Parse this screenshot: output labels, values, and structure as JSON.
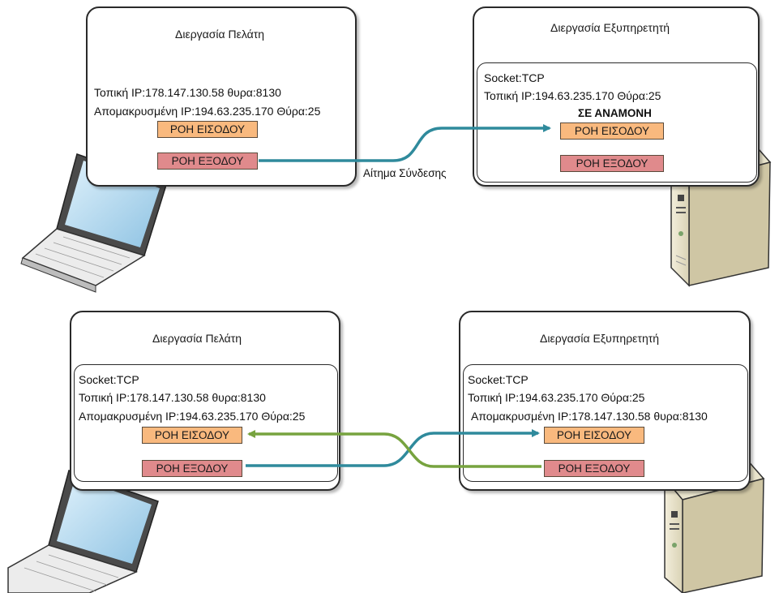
{
  "colors": {
    "input_stream": "#f9b97e",
    "output_stream": "#e08a8c",
    "teal_connection": "#2f8a9c",
    "green_connection": "#77a33f"
  },
  "top": {
    "client": {
      "title": "Διεργασία Πελάτη",
      "local": "Τοπική IP:178.147.130.58  θυρα:8130",
      "remote": "Απομακρυσμένη IP:194.63.235.170 Θύρα:25",
      "input": "ΡΟΗ ΕΙΣΟΔΟΥ",
      "output": "ΡΟΗ ΕΞΟΔΟΥ"
    },
    "server": {
      "title": "Διεργασία Εξυπηρετητή",
      "socket": "Socket:TCP",
      "local": "Τοπική IP:194.63.235.170 Θύρα:25",
      "status": "ΣΕ ΑΝΑΜΟΝΗ",
      "input": "ΡΟΗ ΕΙΣΟΔΟΥ",
      "output": "ΡΟΗ ΕΞΟΔΟΥ"
    },
    "connection_label": "Αίτημα Σύνδεσης"
  },
  "bottom": {
    "client": {
      "title": "Διεργασία Πελάτη",
      "socket": "Socket:TCP",
      "local": "Τοπική IP:178.147.130.58  θυρα:8130",
      "remote": "Απομακρυσμένη IP:194.63.235.170 Θύρα:25",
      "input": "ΡΟΗ ΕΙΣΟΔΟΥ",
      "output": "ΡΟΗ ΕΞΟΔΟΥ"
    },
    "server": {
      "title": "Διεργασία Εξυπηρετητή",
      "socket": "Socket:TCP",
      "local": "Τοπική IP:194.63.235.170 Θύρα:25",
      "remote": "Απομακρυσμένη IP:178.147.130.58  θυρα:8130",
      "input": "ΡΟΗ ΕΙΣΟΔΟΥ",
      "output": "ΡΟΗ ΕΞΟΔΟΥ"
    }
  },
  "icons": [
    "laptop-icon",
    "server-tower-icon"
  ]
}
